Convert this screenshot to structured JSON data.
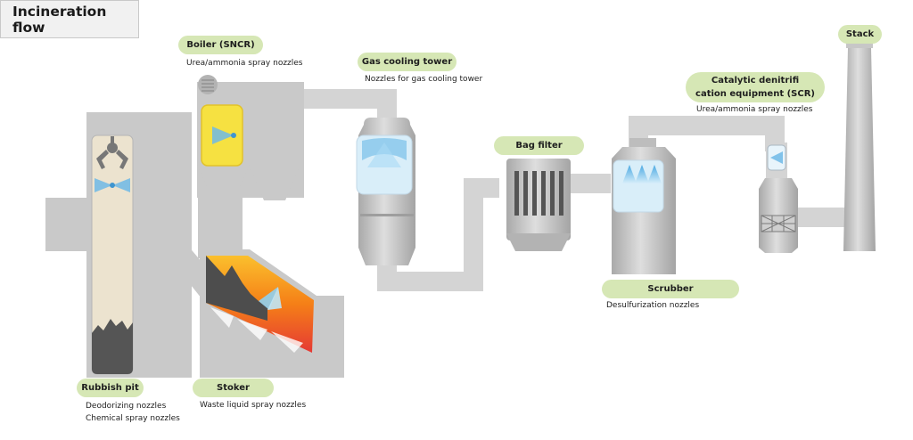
{
  "title": "Incineration flow",
  "labels": {
    "rubbish_pit": "Rubbish pit",
    "boiler": "Boiler (SNCR)",
    "stoker": "Stoker",
    "gas_cooling_tower": "Gas cooling tower",
    "bag_filter": "Bag filter",
    "scrubber": "Scrubber",
    "scr_line1": "Catalytic denitrifi",
    "scr_line2": "cation equipment (SCR)",
    "stack": "Stack"
  },
  "notes": {
    "rubbish_pit_1": "Deodorizing nozzles",
    "rubbish_pit_2": "Chemical spray nozzles",
    "boiler": "Urea/ammonia spray nozzles",
    "stoker": "Waste liquid spray nozzles",
    "gas_cooling_tower": "Nozzles for gas cooling tower",
    "scrubber": "Desulfurization nozzles",
    "scr": "Urea/ammonia spray nozzles"
  },
  "colors": {
    "structure": "#c9c9c9",
    "pipe": "#d4d4d4",
    "label_bg": "#d6e7b5",
    "spray": "#6fb8e6",
    "flame": "#e8391a",
    "boiler_yellow": "#f6e141",
    "pit_fill": "#ece3cf",
    "rubbish": "#555555"
  }
}
